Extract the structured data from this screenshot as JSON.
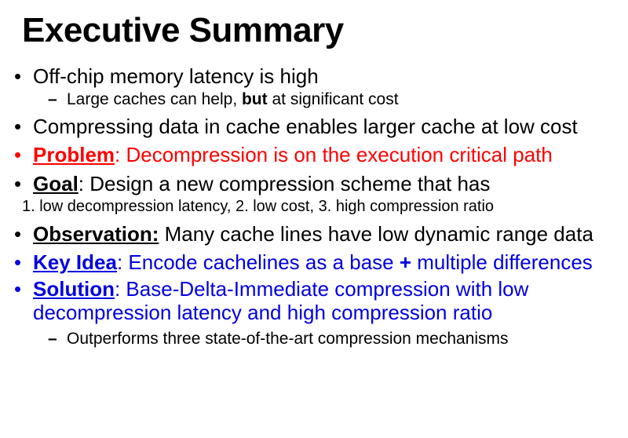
{
  "slide": {
    "title": "Executive Summary",
    "background_color": "#ffffff",
    "accent_colors": {
      "red": "#ff0000",
      "blue": "#0000e0",
      "black": "#000000"
    },
    "bullets": {
      "b1_text": "Off-chip memory latency is high",
      "b1_sub_pre": "Large caches can help, ",
      "b1_sub_bold": "but",
      "b1_sub_post": " at significant cost",
      "b2_text": "Compressing data in cache enables larger cache at low cost",
      "b3_lead": "Problem",
      "b3_rest": ": Decompression is on the execution critical path",
      "b4_lead": "Goal",
      "b4_rest": ": Design a new compression scheme that has",
      "b4_numbered": "1. low decompression  latency,  2. low cost, 3. high compression ratio",
      "b5_lead": "Observation:",
      "b5_rest": " Many cache lines have low dynamic range data",
      "b6_lead": "Key Idea",
      "b6_rest_a": ": Encode cachelines as a base ",
      "b6_rest_bold": "+",
      "b6_rest_b": " multiple differences",
      "b7_lead": "Solution",
      "b7_rest": ": Base-Delta-Immediate compression with low decompression latency and high compression ratio",
      "b7_sub": "Outperforms three state-of-the-art compression mechanisms"
    }
  }
}
